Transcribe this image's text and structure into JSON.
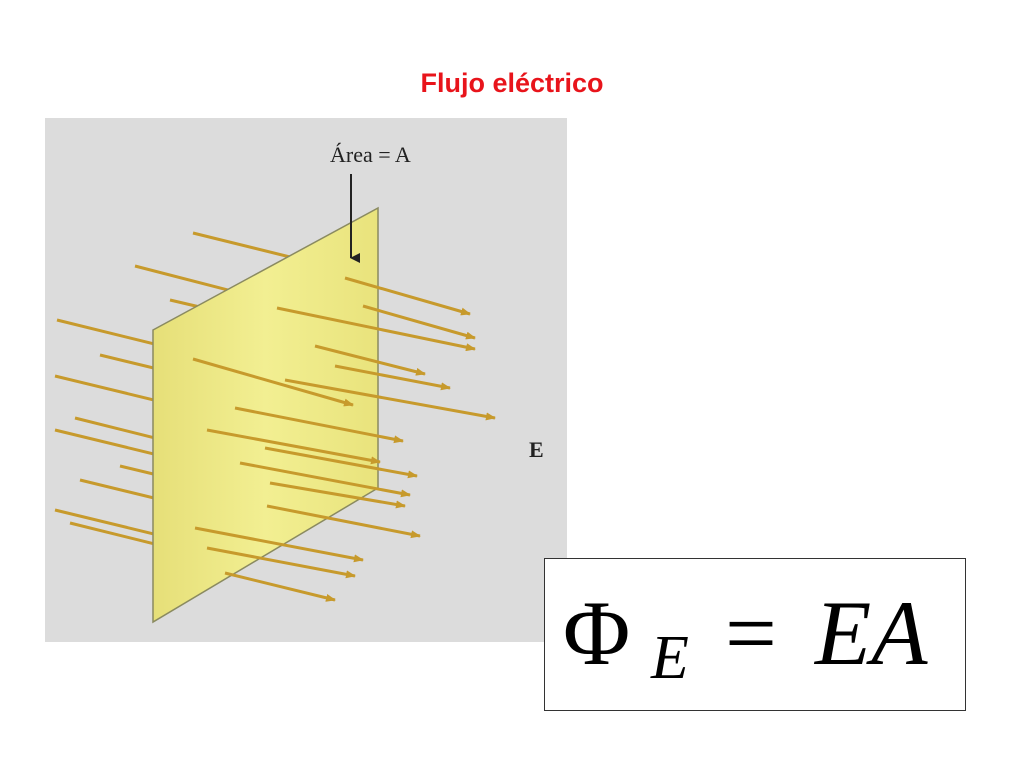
{
  "slide": {
    "title": "Flujo eléctrico",
    "title_color": "#e8141b"
  },
  "figure": {
    "area_label": "Área = A",
    "field_label": "E",
    "background_color": "#dcdcdc",
    "plane_color": "#ece87a",
    "arrow_color": "#c79a2c"
  },
  "formula": {
    "symbol": "Φ",
    "subscript": "E",
    "equals": "=",
    "rhs": "EA"
  }
}
